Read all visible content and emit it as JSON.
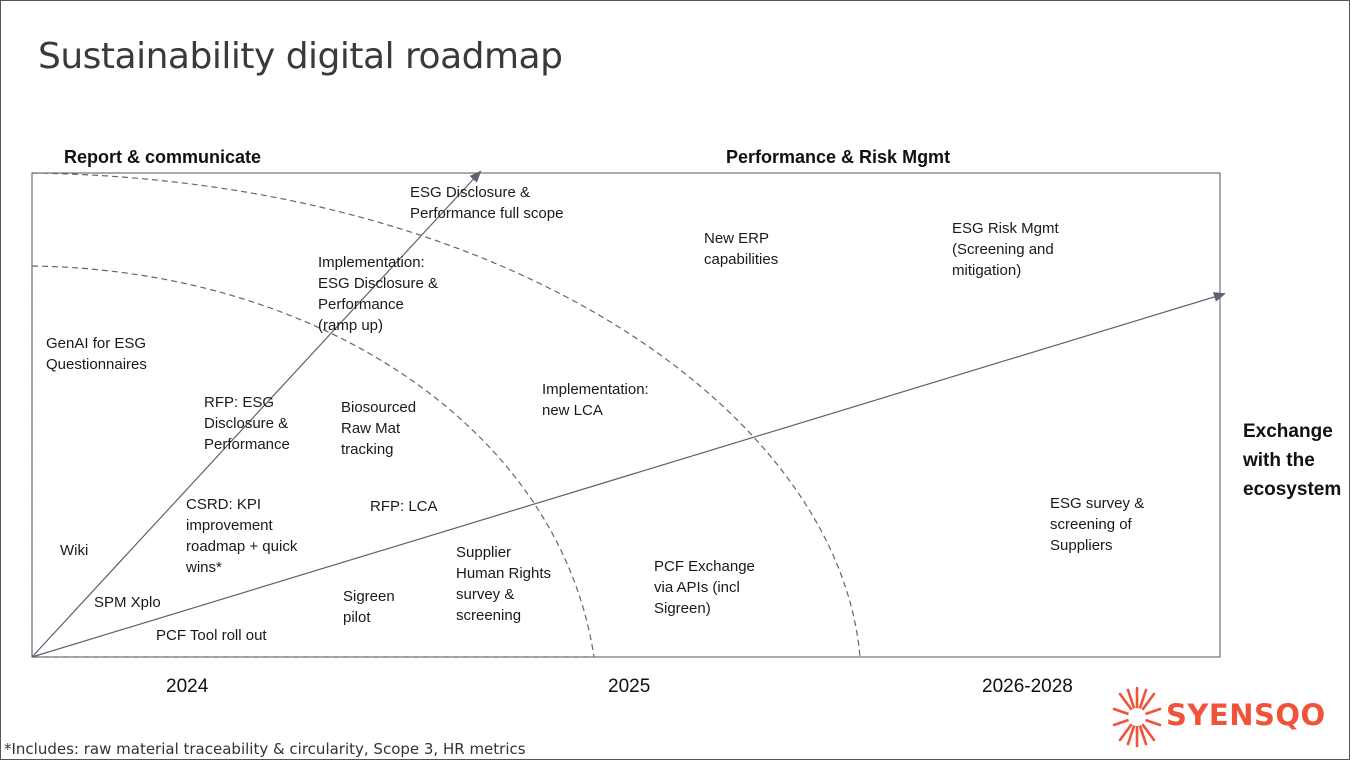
{
  "title": "Sustainability digital roadmap",
  "headers": {
    "report": "Report & communicate",
    "performance": "Performance & Risk Mgmt",
    "exchange": "Exchange\nwith the\necosystem"
  },
  "items": {
    "esg_full": "ESG Disclosure &\nPerformance full scope",
    "new_erp": "New ERP\ncapabilities",
    "esg_risk": "ESG Risk Mgmt\n(Screening and\nmitigation)",
    "impl_esg": "Implementation:\nESG Disclosure &\nPerformance\n(ramp up)",
    "genai": "GenAI for ESG\nQuestionnaires",
    "rfp_esg": "RFP: ESG\nDisclosure &\nPerformance",
    "biosourced": "Biosourced\nRaw Mat\ntracking",
    "impl_lca": "Implementation:\nnew LCA",
    "csrd": "CSRD: KPI\nimprovement\nroadmap + quick\nwins*",
    "rfp_lca": "RFP: LCA",
    "wiki": "Wiki",
    "spm": "SPM Xplo",
    "pcf_tool": "PCF Tool roll out",
    "sigreen": "Sigreen\npilot",
    "supplier_hr": "Supplier\nHuman Rights\nsurvey &\nscreening",
    "pcf_exchange": "PCF Exchange\nvia APIs (incl\nSigreen)",
    "esg_survey": "ESG survey &\nscreening of\nSuppliers"
  },
  "years": [
    "2024",
    "2025",
    "2026-2028"
  ],
  "footnote": "*Includes: raw material traceability & circularity, Scope 3, HR metrics",
  "logo": {
    "text": "SYENSQO",
    "color": "#f0533a"
  },
  "colors": {
    "line": "#6b6b6b",
    "arrow": "#5c6272",
    "text": "#1a1a1a"
  }
}
